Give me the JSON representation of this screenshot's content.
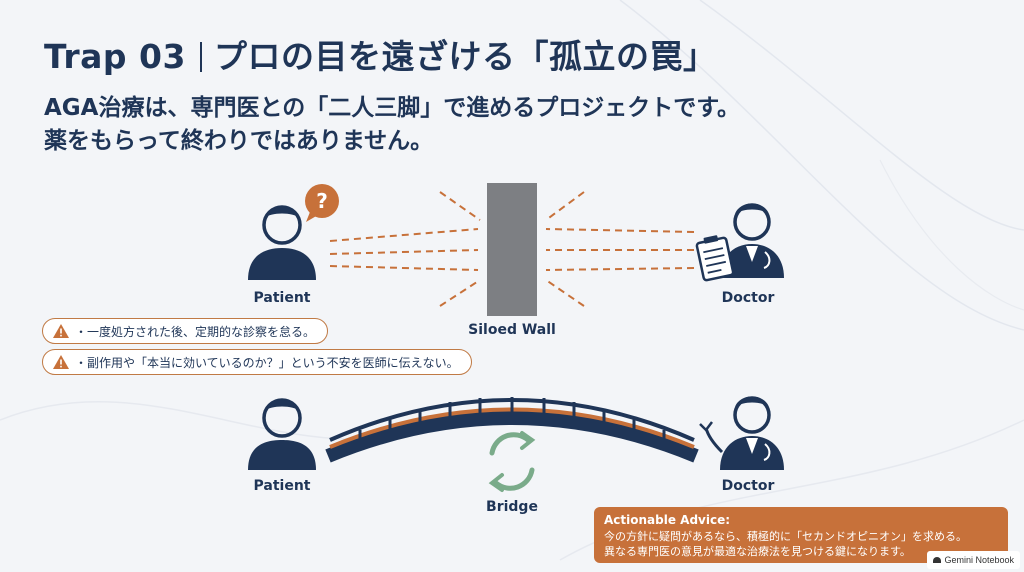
{
  "title": {
    "trap": "Trap 03",
    "heading": "プロの目を遠ざける「孤立の罠」"
  },
  "subtitle": {
    "line1": "AGA治療は、専門医との「二人三脚」で進めるプロジェクトです。",
    "line2": "薬をもらって終わりではありません。"
  },
  "top_scene": {
    "patient_label": "Patient",
    "doctor_label": "Doctor",
    "wall_label": "Siloed Wall",
    "question_mark": "?"
  },
  "warnings": [
    "・一度処方された後、定期的な診察を怠る。",
    "・副作用や「本当に効いているのか？」という不安を医師に伝えない。"
  ],
  "bottom_scene": {
    "patient_label": "Patient",
    "doctor_label": "Doctor",
    "bridge_label": "Bridge"
  },
  "advice": {
    "head": "Actionable Advice:",
    "line1": "今の方針に疑問があるなら、積極的に「セカンドオピニオン」を求める。",
    "line2": "異なる専門医の意見が最適な治療法を見つける鍵になります。"
  },
  "brand": "Gemini Notebook",
  "colors": {
    "navy": "#1f3557",
    "accent": "#c7713a",
    "wall": "#7d7f83",
    "recycle": "#7aab8a"
  },
  "icons": {
    "question": "question-bubble-icon",
    "warning": "warning-triangle-icon",
    "cycle": "recycle-arrows-icon",
    "clipboard": "clipboard-icon"
  }
}
